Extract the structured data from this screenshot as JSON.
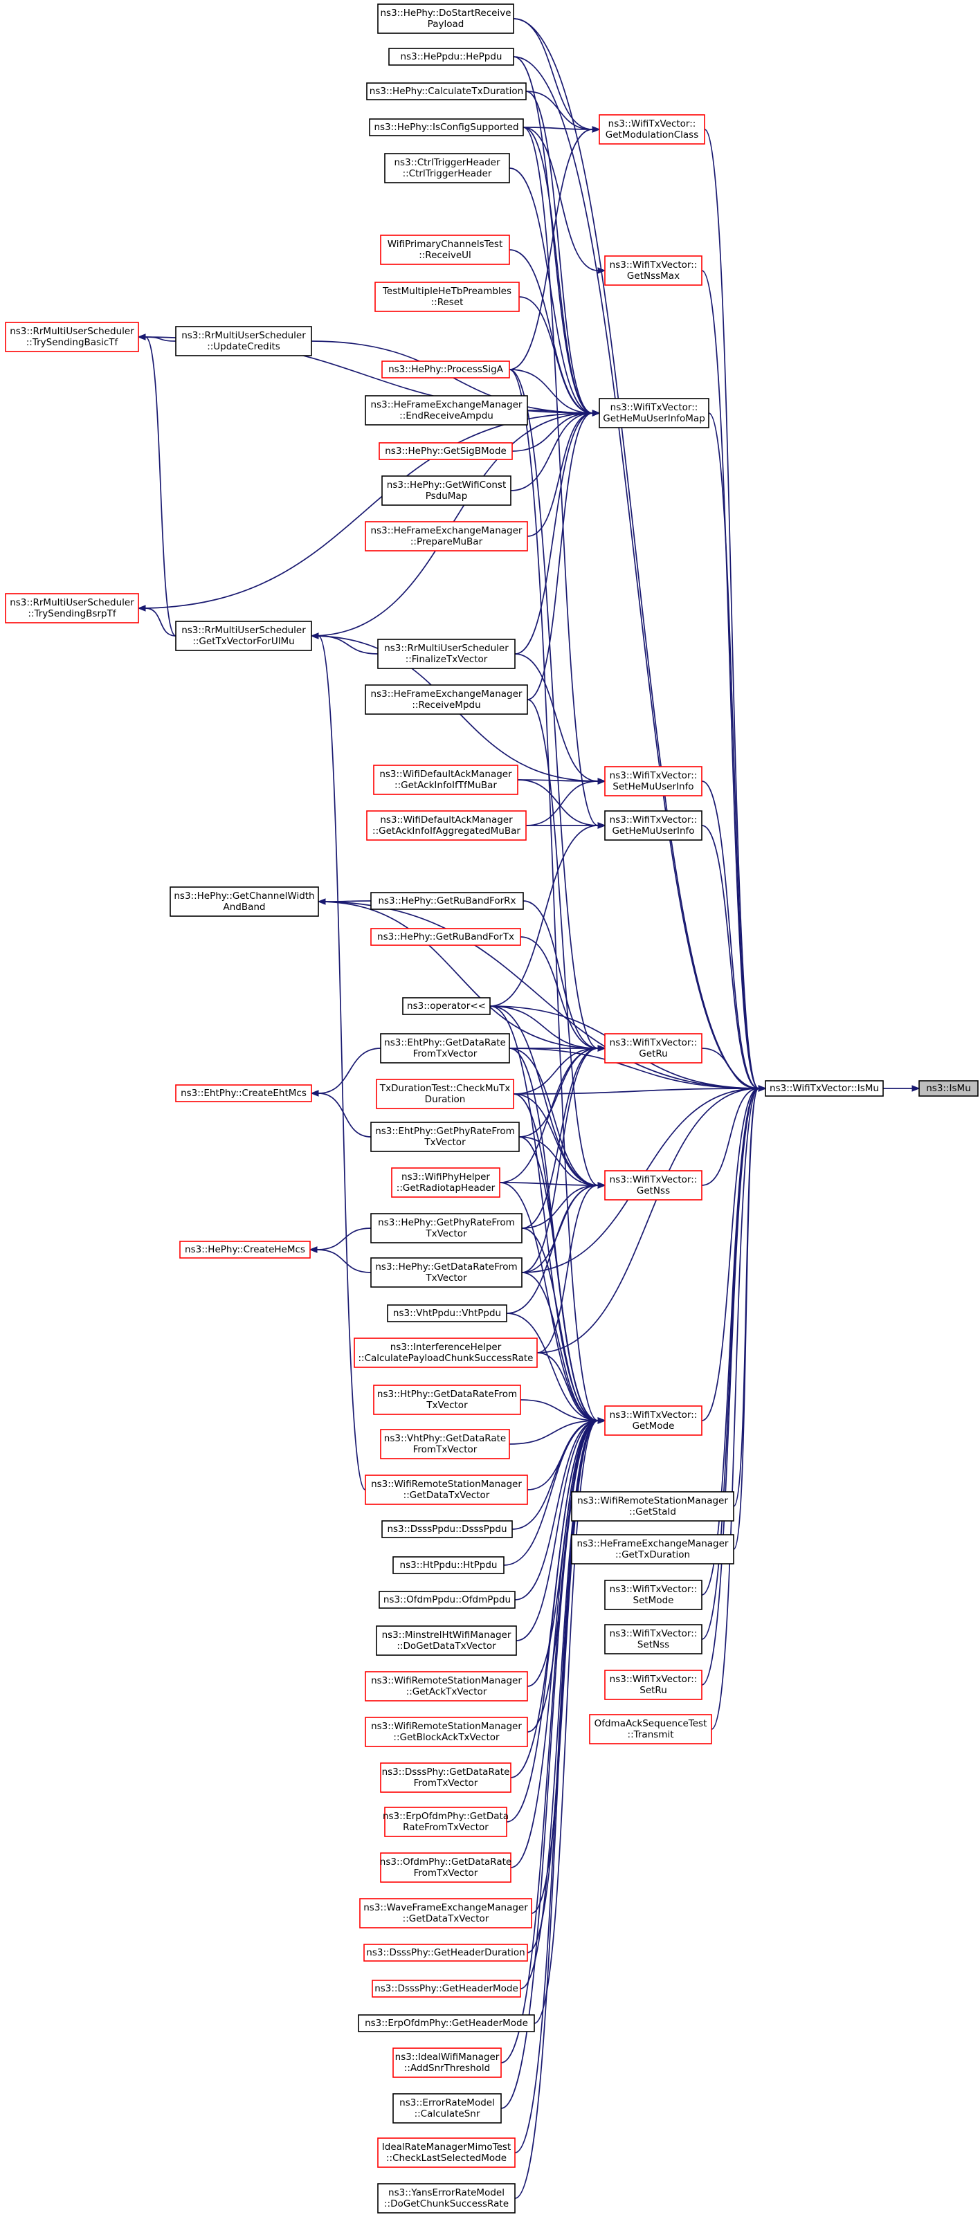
{
  "title": "",
  "colors": {
    "edge": "#191970",
    "border_normal": "#000000",
    "border_truncated": "#ff0000",
    "root_fill": "#bfbfbf"
  },
  "nodes": [
    {
      "id": "IsMu",
      "lines": [
        "ns3::IsMu"
      ],
      "style": "root"
    },
    {
      "id": "WTVIsMu",
      "lines": [
        "ns3::WifiTxVector::IsMu"
      ],
      "style": "black"
    },
    {
      "id": "GetModulationClass",
      "lines": [
        "ns3::WifiTxVector::",
        "GetModulationClass"
      ],
      "style": "red"
    },
    {
      "id": "GetNssMax",
      "lines": [
        "ns3::WifiTxVector::",
        "GetNssMax"
      ],
      "style": "red"
    },
    {
      "id": "GetHeMuUserInfoMap",
      "lines": [
        "ns3::WifiTxVector::",
        "GetHeMuUserInfoMap"
      ],
      "style": "black"
    },
    {
      "id": "SetHeMuUserInfo",
      "lines": [
        "ns3::WifiTxVector::",
        "SetHeMuUserInfo"
      ],
      "style": "red"
    },
    {
      "id": "GetHeMuUserInfo",
      "lines": [
        "ns3::WifiTxVector::",
        "GetHeMuUserInfo"
      ],
      "style": "black"
    },
    {
      "id": "GetRu",
      "lines": [
        "ns3::WifiTxVector::",
        "GetRu"
      ],
      "style": "red"
    },
    {
      "id": "GetNss",
      "lines": [
        "ns3::WifiTxVector::",
        "GetNss"
      ],
      "style": "red"
    },
    {
      "id": "GetMode",
      "lines": [
        "ns3::WifiTxVector::",
        "GetMode"
      ],
      "style": "red"
    },
    {
      "id": "GetStaId",
      "lines": [
        "ns3::WifiRemoteStationManager",
        "::GetStaId"
      ],
      "style": "black"
    },
    {
      "id": "HeGetTxDuration",
      "lines": [
        "ns3::HeFrameExchangeManager",
        "::GetTxDuration"
      ],
      "style": "black"
    },
    {
      "id": "SetMode",
      "lines": [
        "ns3::WifiTxVector::",
        "SetMode"
      ],
      "style": "black"
    },
    {
      "id": "SetNss",
      "lines": [
        "ns3::WifiTxVector::",
        "SetNss"
      ],
      "style": "black"
    },
    {
      "id": "SetRu",
      "lines": [
        "ns3::WifiTxVector::",
        "SetRu"
      ],
      "style": "red"
    },
    {
      "id": "OfdmaTransmit",
      "lines": [
        "OfdmaAckSequenceTest",
        "::Transmit"
      ],
      "style": "red"
    },
    {
      "id": "DoStartReceive",
      "lines": [
        "ns3::HePhy::DoStartReceive",
        "Payload"
      ],
      "style": "black"
    },
    {
      "id": "HePpdu",
      "lines": [
        "ns3::HePpdu::HePpdu"
      ],
      "style": "black"
    },
    {
      "id": "CalcTxDuration",
      "lines": [
        "ns3::HePhy::CalculateTxDuration"
      ],
      "style": "black"
    },
    {
      "id": "IsConfigSupported",
      "lines": [
        "ns3::HePhy::IsConfigSupported"
      ],
      "style": "black"
    },
    {
      "id": "CtrlTriggerHeader",
      "lines": [
        "ns3::CtrlTriggerHeader",
        "::CtrlTriggerHeader"
      ],
      "style": "black"
    },
    {
      "id": "ReceiveUl",
      "lines": [
        "WifiPrimaryChannelsTest",
        "::ReceiveUl"
      ],
      "style": "red"
    },
    {
      "id": "TestReset",
      "lines": [
        "TestMultipleHeTbPreambles",
        "::Reset"
      ],
      "style": "red"
    },
    {
      "id": "ProcessSigA",
      "lines": [
        "ns3::HePhy::ProcessSigA"
      ],
      "style": "red"
    },
    {
      "id": "EndReceiveAmpdu",
      "lines": [
        "ns3::HeFrameExchangeManager",
        "::EndReceiveAmpdu"
      ],
      "style": "black"
    },
    {
      "id": "GetSigBMode",
      "lines": [
        "ns3::HePhy::GetSigBMode"
      ],
      "style": "red"
    },
    {
      "id": "GetWifiConstPsduMap",
      "lines": [
        "ns3::HePhy::GetWifiConst",
        "PsduMap"
      ],
      "style": "black"
    },
    {
      "id": "PrepareMuBar",
      "lines": [
        "ns3::HeFrameExchangeManager",
        "::PrepareMuBar"
      ],
      "style": "red"
    },
    {
      "id": "FinalizeTxVector",
      "lines": [
        "ns3::RrMultiUserScheduler",
        "::FinalizeTxVector"
      ],
      "style": "black"
    },
    {
      "id": "ReceiveMpdu",
      "lines": [
        "ns3::HeFrameExchangeManager",
        "::ReceiveMpdu"
      ],
      "style": "black"
    },
    {
      "id": "TrySendingBasicTf",
      "lines": [
        "ns3::RrMultiUserScheduler",
        "::TrySendingBasicTf"
      ],
      "style": "red"
    },
    {
      "id": "UpdateCredits",
      "lines": [
        "ns3::RrMultiUserScheduler",
        "::UpdateCredits"
      ],
      "style": "black"
    },
    {
      "id": "TrySendingBsrpTf",
      "lines": [
        "ns3::RrMultiUserScheduler",
        "::TrySendingBsrpTf"
      ],
      "style": "red"
    },
    {
      "id": "GetTxVectorForUlMu",
      "lines": [
        "ns3::RrMultiUserScheduler",
        "::GetTxVectorForUlMu"
      ],
      "style": "black"
    },
    {
      "id": "AckInfoTfMuBar",
      "lines": [
        "ns3::WifiDefaultAckManager",
        "::GetAckInfoIfTfMuBar"
      ],
      "style": "red"
    },
    {
      "id": "AckInfoAggMuBar",
      "lines": [
        "ns3::WifiDefaultAckManager",
        "::GetAckInfoIfAggregatedMuBar"
      ],
      "style": "red"
    },
    {
      "id": "GetChannelWidthAndBand",
      "lines": [
        "ns3::HePhy::GetChannelWidth",
        "AndBand"
      ],
      "style": "black"
    },
    {
      "id": "GetRuBandForRx",
      "lines": [
        "ns3::HePhy::GetRuBandForRx"
      ],
      "style": "black"
    },
    {
      "id": "GetRuBandForTx",
      "lines": [
        "ns3::HePhy::GetRuBandForTx"
      ],
      "style": "red"
    },
    {
      "id": "OperatorLtLt",
      "lines": [
        "ns3::operator<<"
      ],
      "style": "black"
    },
    {
      "id": "EhtGetDataRate",
      "lines": [
        "ns3::EhtPhy::GetDataRate",
        "FromTxVector"
      ],
      "style": "black"
    },
    {
      "id": "CheckMuTx",
      "lines": [
        "TxDurationTest::CheckMuTx",
        "Duration"
      ],
      "style": "red"
    },
    {
      "id": "EhtGetPhyRate",
      "lines": [
        "ns3::EhtPhy::GetPhyRateFrom",
        "TxVector"
      ],
      "style": "black"
    },
    {
      "id": "GetRadiotapHeader",
      "lines": [
        "ns3::WifiPhyHelper",
        "::GetRadiotapHeader"
      ],
      "style": "red"
    },
    {
      "id": "CreateEhtMcs",
      "lines": [
        "ns3::EhtPhy::CreateEhtMcs"
      ],
      "style": "red"
    },
    {
      "id": "HeGetPhyRate",
      "lines": [
        "ns3::HePhy::GetPhyRateFrom",
        "TxVector"
      ],
      "style": "black"
    },
    {
      "id": "HeGetDataRate",
      "lines": [
        "ns3::HePhy::GetDataRateFrom",
        "TxVector"
      ],
      "style": "black"
    },
    {
      "id": "CreateHeMcs",
      "lines": [
        "ns3::HePhy::CreateHeMcs"
      ],
      "style": "red"
    },
    {
      "id": "VhtPpdu",
      "lines": [
        "ns3::VhtPpdu::VhtPpdu"
      ],
      "style": "black"
    },
    {
      "id": "CalcPayloadChunk",
      "lines": [
        "ns3::InterferenceHelper",
        "::CalculatePayloadChunkSuccessRate"
      ],
      "style": "red"
    },
    {
      "id": "HtGetDataRate",
      "lines": [
        "ns3::HtPhy::GetDataRateFrom",
        "TxVector"
      ],
      "style": "red"
    },
    {
      "id": "VhtGetDataRate",
      "lines": [
        "ns3::VhtPhy::GetDataRate",
        "FromTxVector"
      ],
      "style": "red"
    },
    {
      "id": "GetDataTxVector",
      "lines": [
        "ns3::WifiRemoteStationManager",
        "::GetDataTxVector"
      ],
      "style": "red"
    },
    {
      "id": "DsssPpdu",
      "lines": [
        "ns3::DsssPpdu::DsssPpdu"
      ],
      "style": "black"
    },
    {
      "id": "HtPpdu",
      "lines": [
        "ns3::HtPpdu::HtPpdu"
      ],
      "style": "black"
    },
    {
      "id": "OfdmPpdu",
      "lines": [
        "ns3::OfdmPpdu::OfdmPpdu"
      ],
      "style": "black"
    },
    {
      "id": "MinstrelDoGetData",
      "lines": [
        "ns3::MinstrelHtWifiManager",
        "::DoGetDataTxVector"
      ],
      "style": "black"
    },
    {
      "id": "GetAckTxVector",
      "lines": [
        "ns3::WifiRemoteStationManager",
        "::GetAckTxVector"
      ],
      "style": "red"
    },
    {
      "id": "GetBlockAckTxVector",
      "lines": [
        "ns3::WifiRemoteStationManager",
        "::GetBlockAckTxVector"
      ],
      "style": "red"
    },
    {
      "id": "DsssGetDataRate",
      "lines": [
        "ns3::DsssPhy::GetDataRate",
        "FromTxVector"
      ],
      "style": "red"
    },
    {
      "id": "ErpGetDataRate",
      "lines": [
        "ns3::ErpOfdmPhy::GetData",
        "RateFromTxVector"
      ],
      "style": "red"
    },
    {
      "id": "OfdmGetDataRate",
      "lines": [
        "ns3::OfdmPhy::GetDataRate",
        "FromTxVector"
      ],
      "style": "red"
    },
    {
      "id": "WaveGetDataTxVector",
      "lines": [
        "ns3::WaveFrameExchangeManager",
        "::GetDataTxVector"
      ],
      "style": "red"
    },
    {
      "id": "DsssHeaderDuration",
      "lines": [
        "ns3::DsssPhy::GetHeaderDuration"
      ],
      "style": "red"
    },
    {
      "id": "DsssHeaderMode",
      "lines": [
        "ns3::DsssPhy::GetHeaderMode"
      ],
      "style": "red"
    },
    {
      "id": "ErpHeaderMode",
      "lines": [
        "ns3::ErpOfdmPhy::GetHeaderMode"
      ],
      "style": "black"
    },
    {
      "id": "IdealAddSnr",
      "lines": [
        "ns3::IdealWifiManager",
        "::AddSnrThreshold"
      ],
      "style": "red"
    },
    {
      "id": "CalculateSnr",
      "lines": [
        "ns3::ErrorRateModel",
        "::CalculateSnr"
      ],
      "style": "black"
    },
    {
      "id": "CheckLastSelectedMode",
      "lines": [
        "IdealRateManagerMimoTest",
        "::CheckLastSelectedMode"
      ],
      "style": "red"
    },
    {
      "id": "YansDoGetChunk",
      "lines": [
        "ns3::YansErrorRateModel",
        "::DoGetChunkSuccessRate"
      ],
      "style": "black"
    }
  ],
  "edges": [
    [
      "WTVIsMu",
      "IsMu"
    ],
    [
      "GetModulationClass",
      "WTVIsMu"
    ],
    [
      "GetNssMax",
      "WTVIsMu"
    ],
    [
      "GetHeMuUserInfoMap",
      "WTVIsMu"
    ],
    [
      "SetHeMuUserInfo",
      "WTVIsMu"
    ],
    [
      "GetHeMuUserInfo",
      "WTVIsMu"
    ],
    [
      "GetRu",
      "WTVIsMu"
    ],
    [
      "GetNss",
      "WTVIsMu"
    ],
    [
      "GetMode",
      "WTVIsMu"
    ],
    [
      "GetStaId",
      "WTVIsMu"
    ],
    [
      "HeGetTxDuration",
      "WTVIsMu"
    ],
    [
      "SetMode",
      "WTVIsMu"
    ],
    [
      "SetNss",
      "WTVIsMu"
    ],
    [
      "SetRu",
      "WTVIsMu"
    ],
    [
      "OfdmaTransmit",
      "WTVIsMu"
    ],
    [
      "DoStartReceive",
      "WTVIsMu"
    ],
    [
      "HePpdu",
      "WTVIsMu"
    ],
    [
      "GetChannelWidthAndBand",
      "WTVIsMu"
    ],
    [
      "OperatorLtLt",
      "WTVIsMu"
    ],
    [
      "EhtGetDataRate",
      "WTVIsMu"
    ],
    [
      "CheckMuTx",
      "WTVIsMu"
    ],
    [
      "HeGetDataRate",
      "WTVIsMu"
    ],
    [
      "CalcPayloadChunk",
      "WTVIsMu"
    ],
    [
      "DoStartReceive",
      "GetModulationClass"
    ],
    [
      "CalcTxDuration",
      "GetModulationClass"
    ],
    [
      "IsConfigSupported",
      "GetModulationClass"
    ],
    [
      "ProcessSigA",
      "GetModulationClass"
    ],
    [
      "IsConfigSupported",
      "GetNssMax"
    ],
    [
      "HePpdu",
      "GetHeMuUserInfoMap"
    ],
    [
      "CalcTxDuration",
      "GetHeMuUserInfoMap"
    ],
    [
      "IsConfigSupported",
      "GetHeMuUserInfoMap"
    ],
    [
      "CtrlTriggerHeader",
      "GetHeMuUserInfoMap"
    ],
    [
      "ReceiveUl",
      "GetHeMuUserInfoMap"
    ],
    [
      "TestReset",
      "GetHeMuUserInfoMap"
    ],
    [
      "UpdateCredits",
      "GetHeMuUserInfoMap"
    ],
    [
      "ProcessSigA",
      "GetHeMuUserInfoMap"
    ],
    [
      "EndReceiveAmpdu",
      "GetHeMuUserInfoMap"
    ],
    [
      "GetSigBMode",
      "GetHeMuUserInfoMap"
    ],
    [
      "GetWifiConstPsduMap",
      "GetHeMuUserInfoMap"
    ],
    [
      "PrepareMuBar",
      "GetHeMuUserInfoMap"
    ],
    [
      "TrySendingBasicTf",
      "GetHeMuUserInfoMap"
    ],
    [
      "TrySendingBsrpTf",
      "GetHeMuUserInfoMap"
    ],
    [
      "GetTxVectorForUlMu",
      "GetHeMuUserInfoMap"
    ],
    [
      "FinalizeTxVector",
      "GetHeMuUserInfoMap"
    ],
    [
      "ReceiveMpdu",
      "GetHeMuUserInfoMap"
    ],
    [
      "FinalizeTxVector",
      "SetHeMuUserInfo"
    ],
    [
      "GetTxVectorForUlMu",
      "SetHeMuUserInfo"
    ],
    [
      "AckInfoTfMuBar",
      "SetHeMuUserInfo"
    ],
    [
      "AckInfoAggMuBar",
      "SetHeMuUserInfo"
    ],
    [
      "AckInfoTfMuBar",
      "GetHeMuUserInfo"
    ],
    [
      "AckInfoAggMuBar",
      "GetHeMuUserInfo"
    ],
    [
      "OperatorLtLt",
      "GetHeMuUserInfo"
    ],
    [
      "IsConfigSupported",
      "GetHeMuUserInfo"
    ],
    [
      "GetRuBandForRx",
      "GetRu"
    ],
    [
      "GetRuBandForTx",
      "GetRu"
    ],
    [
      "GetChannelWidthAndBand",
      "GetRu"
    ],
    [
      "OperatorLtLt",
      "GetRu"
    ],
    [
      "EhtGetDataRate",
      "GetRu"
    ],
    [
      "CheckMuTx",
      "GetRu"
    ],
    [
      "EhtGetPhyRate",
      "GetRu"
    ],
    [
      "GetRadiotapHeader",
      "GetRu"
    ],
    [
      "HeGetPhyRate",
      "GetRu"
    ],
    [
      "HeGetDataRate",
      "GetRu"
    ],
    [
      "ProcessSigA",
      "GetRu"
    ],
    [
      "EhtGetDataRate",
      "GetNss"
    ],
    [
      "CheckMuTx",
      "GetNss"
    ],
    [
      "EhtGetPhyRate",
      "GetNss"
    ],
    [
      "GetRadiotapHeader",
      "GetNss"
    ],
    [
      "HeGetPhyRate",
      "GetNss"
    ],
    [
      "HeGetDataRate",
      "GetNss"
    ],
    [
      "OperatorLtLt",
      "GetNss"
    ],
    [
      "VhtPpdu",
      "GetNss"
    ],
    [
      "CalcPayloadChunk",
      "GetNss"
    ],
    [
      "ReceiveMpdu",
      "GetNss"
    ],
    [
      "EhtGetDataRate",
      "GetMode"
    ],
    [
      "CheckMuTx",
      "GetMode"
    ],
    [
      "EhtGetPhyRate",
      "GetMode"
    ],
    [
      "GetRadiotapHeader",
      "GetMode"
    ],
    [
      "HeGetPhyRate",
      "GetMode"
    ],
    [
      "HeGetDataRate",
      "GetMode"
    ],
    [
      "VhtPpdu",
      "GetMode"
    ],
    [
      "CalcPayloadChunk",
      "GetMode"
    ],
    [
      "HtGetDataRate",
      "GetMode"
    ],
    [
      "VhtGetDataRate",
      "GetMode"
    ],
    [
      "GetDataTxVector",
      "GetMode"
    ],
    [
      "DsssPpdu",
      "GetMode"
    ],
    [
      "HtPpdu",
      "GetMode"
    ],
    [
      "OfdmPpdu",
      "GetMode"
    ],
    [
      "MinstrelDoGetData",
      "GetMode"
    ],
    [
      "GetAckTxVector",
      "GetMode"
    ],
    [
      "GetBlockAckTxVector",
      "GetMode"
    ],
    [
      "DsssGetDataRate",
      "GetMode"
    ],
    [
      "ErpGetDataRate",
      "GetMode"
    ],
    [
      "OfdmGetDataRate",
      "GetMode"
    ],
    [
      "WaveGetDataTxVector",
      "GetMode"
    ],
    [
      "DsssHeaderDuration",
      "GetMode"
    ],
    [
      "DsssHeaderMode",
      "GetMode"
    ],
    [
      "ErpHeaderMode",
      "GetMode"
    ],
    [
      "IdealAddSnr",
      "GetMode"
    ],
    [
      "CalculateSnr",
      "GetMode"
    ],
    [
      "CheckLastSelectedMode",
      "GetMode"
    ],
    [
      "YansDoGetChunk",
      "GetMode"
    ],
    [
      "OperatorLtLt",
      "GetMode"
    ],
    [
      "ProcessSigA",
      "GetMode"
    ],
    [
      "UpdateCredits",
      "TrySendingBasicTf"
    ],
    [
      "GetTxVectorForUlMu",
      "TrySendingBasicTf"
    ],
    [
      "GetTxVectorForUlMu",
      "TrySendingBsrpTf"
    ],
    [
      "FinalizeTxVector",
      "GetTxVectorForUlMu"
    ],
    [
      "GetRuBandForRx",
      "GetChannelWidthAndBand"
    ],
    [
      "EhtGetDataRate",
      "CreateEhtMcs"
    ],
    [
      "EhtGetPhyRate",
      "CreateEhtMcs"
    ],
    [
      "HeGetPhyRate",
      "CreateHeMcs"
    ],
    [
      "HeGetDataRate",
      "CreateHeMcs"
    ],
    [
      "GetDataTxVector",
      "GetTxVectorForUlMu"
    ]
  ]
}
